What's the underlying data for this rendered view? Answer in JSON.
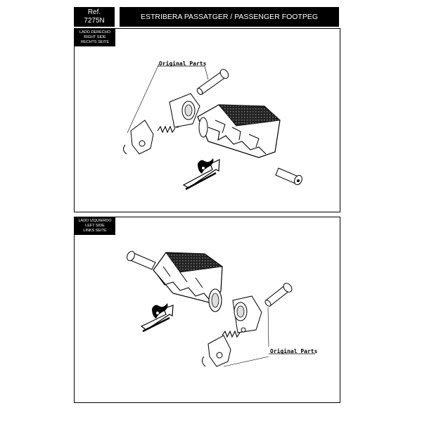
{
  "header": {
    "ref_label": "Ref.",
    "ref_code": "7275N",
    "title": "ESTRIBERA PASSATGER / PASSENGER FOOTPEG"
  },
  "panels": {
    "right": {
      "labels": [
        "LADO DERECHO",
        "RIGHT SIDE",
        "RECHTS SEITE"
      ],
      "callout": "Original Parts"
    },
    "left": {
      "labels": [
        "LADO IZQUIERDO",
        "LEFT SIDE",
        "LINKS SEITE"
      ],
      "callout": "Original Parts"
    }
  }
}
